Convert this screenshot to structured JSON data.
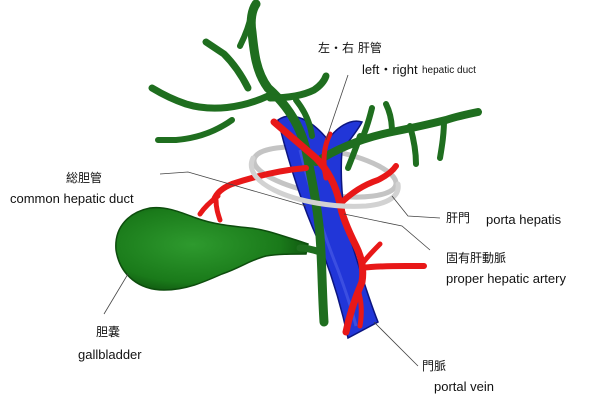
{
  "colors": {
    "bile_duct": "#1f6e1f",
    "bile_duct_dark": "#0f4a10",
    "gallbladder": "#1a7a1a",
    "artery": "#e81818",
    "artery_dark": "#8a0a0a",
    "portal_vein": "#2136d8",
    "portal_vein_dark": "#0c1580",
    "porta_ring": "#c9c9c9"
  },
  "labels": {
    "lr_hepatic_duct": {
      "jp": "左・右 肝管",
      "en_main": "left・right",
      "en_sub": "hepatic duct"
    },
    "common_hepatic_duct": {
      "jp": "総胆管",
      "en": "common hepatic duct"
    },
    "porta_hepatis": {
      "jp": "肝門",
      "en": "porta hepatis"
    },
    "proper_hepatic_artery": {
      "jp": "固有肝動脈",
      "en": "proper hepatic artery"
    },
    "gallbladder": {
      "jp": "胆嚢",
      "en": "gallbladder"
    },
    "portal_vein": {
      "jp": "門脈",
      "en": "portal vein"
    }
  }
}
